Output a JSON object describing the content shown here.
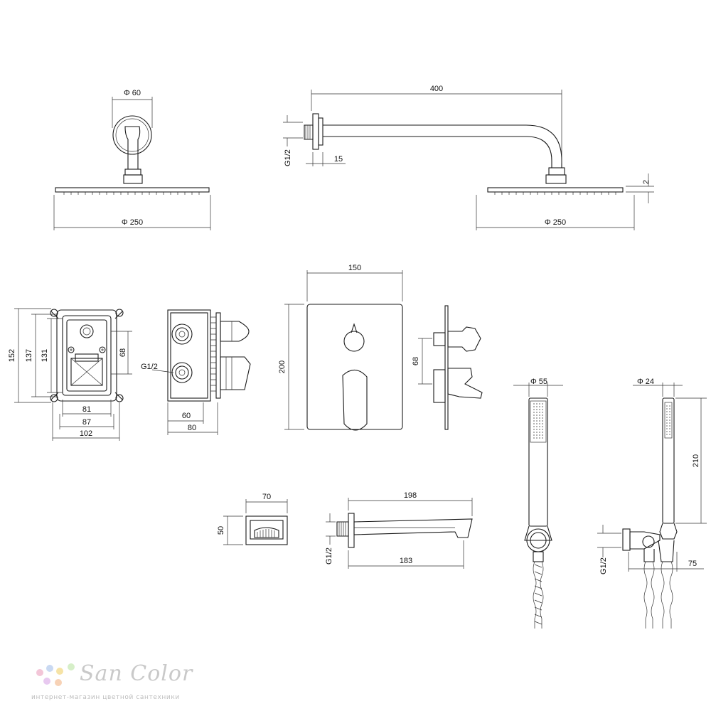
{
  "diagram": {
    "dimensions": {
      "rain_arm_flange_dia": "Φ 60",
      "rain_head_front_dia": "Φ 250",
      "arm_length": "400",
      "arm_thread": "G1/2",
      "arm_flange_depth": "15",
      "head_thickness": "2",
      "rain_head_side_dia": "Φ 250",
      "box_height_outer": "152",
      "box_height_mid": "137",
      "box_height_inner": "131",
      "box_port_spacing": "68",
      "box_width_inner": "81",
      "box_width_mid": "87",
      "box_width_outer": "102",
      "box_side_thread": "G1/2",
      "box_side_depth_inner": "60",
      "box_side_depth_outer": "80",
      "plate_width": "150",
      "plate_height": "200",
      "plate_side_spacing": "68",
      "hand_shower_dia": "Φ 55",
      "holder_dia": "Φ 24",
      "holder_length": "210",
      "outlet_width": "70",
      "outlet_height": "50",
      "spout_length": "198",
      "spout_thread": "G1/2",
      "spout_reach": "183",
      "elbow_thread": "G1/2",
      "elbow_projection": "75"
    }
  },
  "branding": {
    "logo_name": "San Color",
    "tagline": "интернет-магазин цветной сантехники",
    "dot_colors": [
      "#f3c6d8",
      "#c9d9f2",
      "#f6e3a6",
      "#d6efc8",
      "#e8c9f0",
      "#f7d2b6"
    ]
  }
}
